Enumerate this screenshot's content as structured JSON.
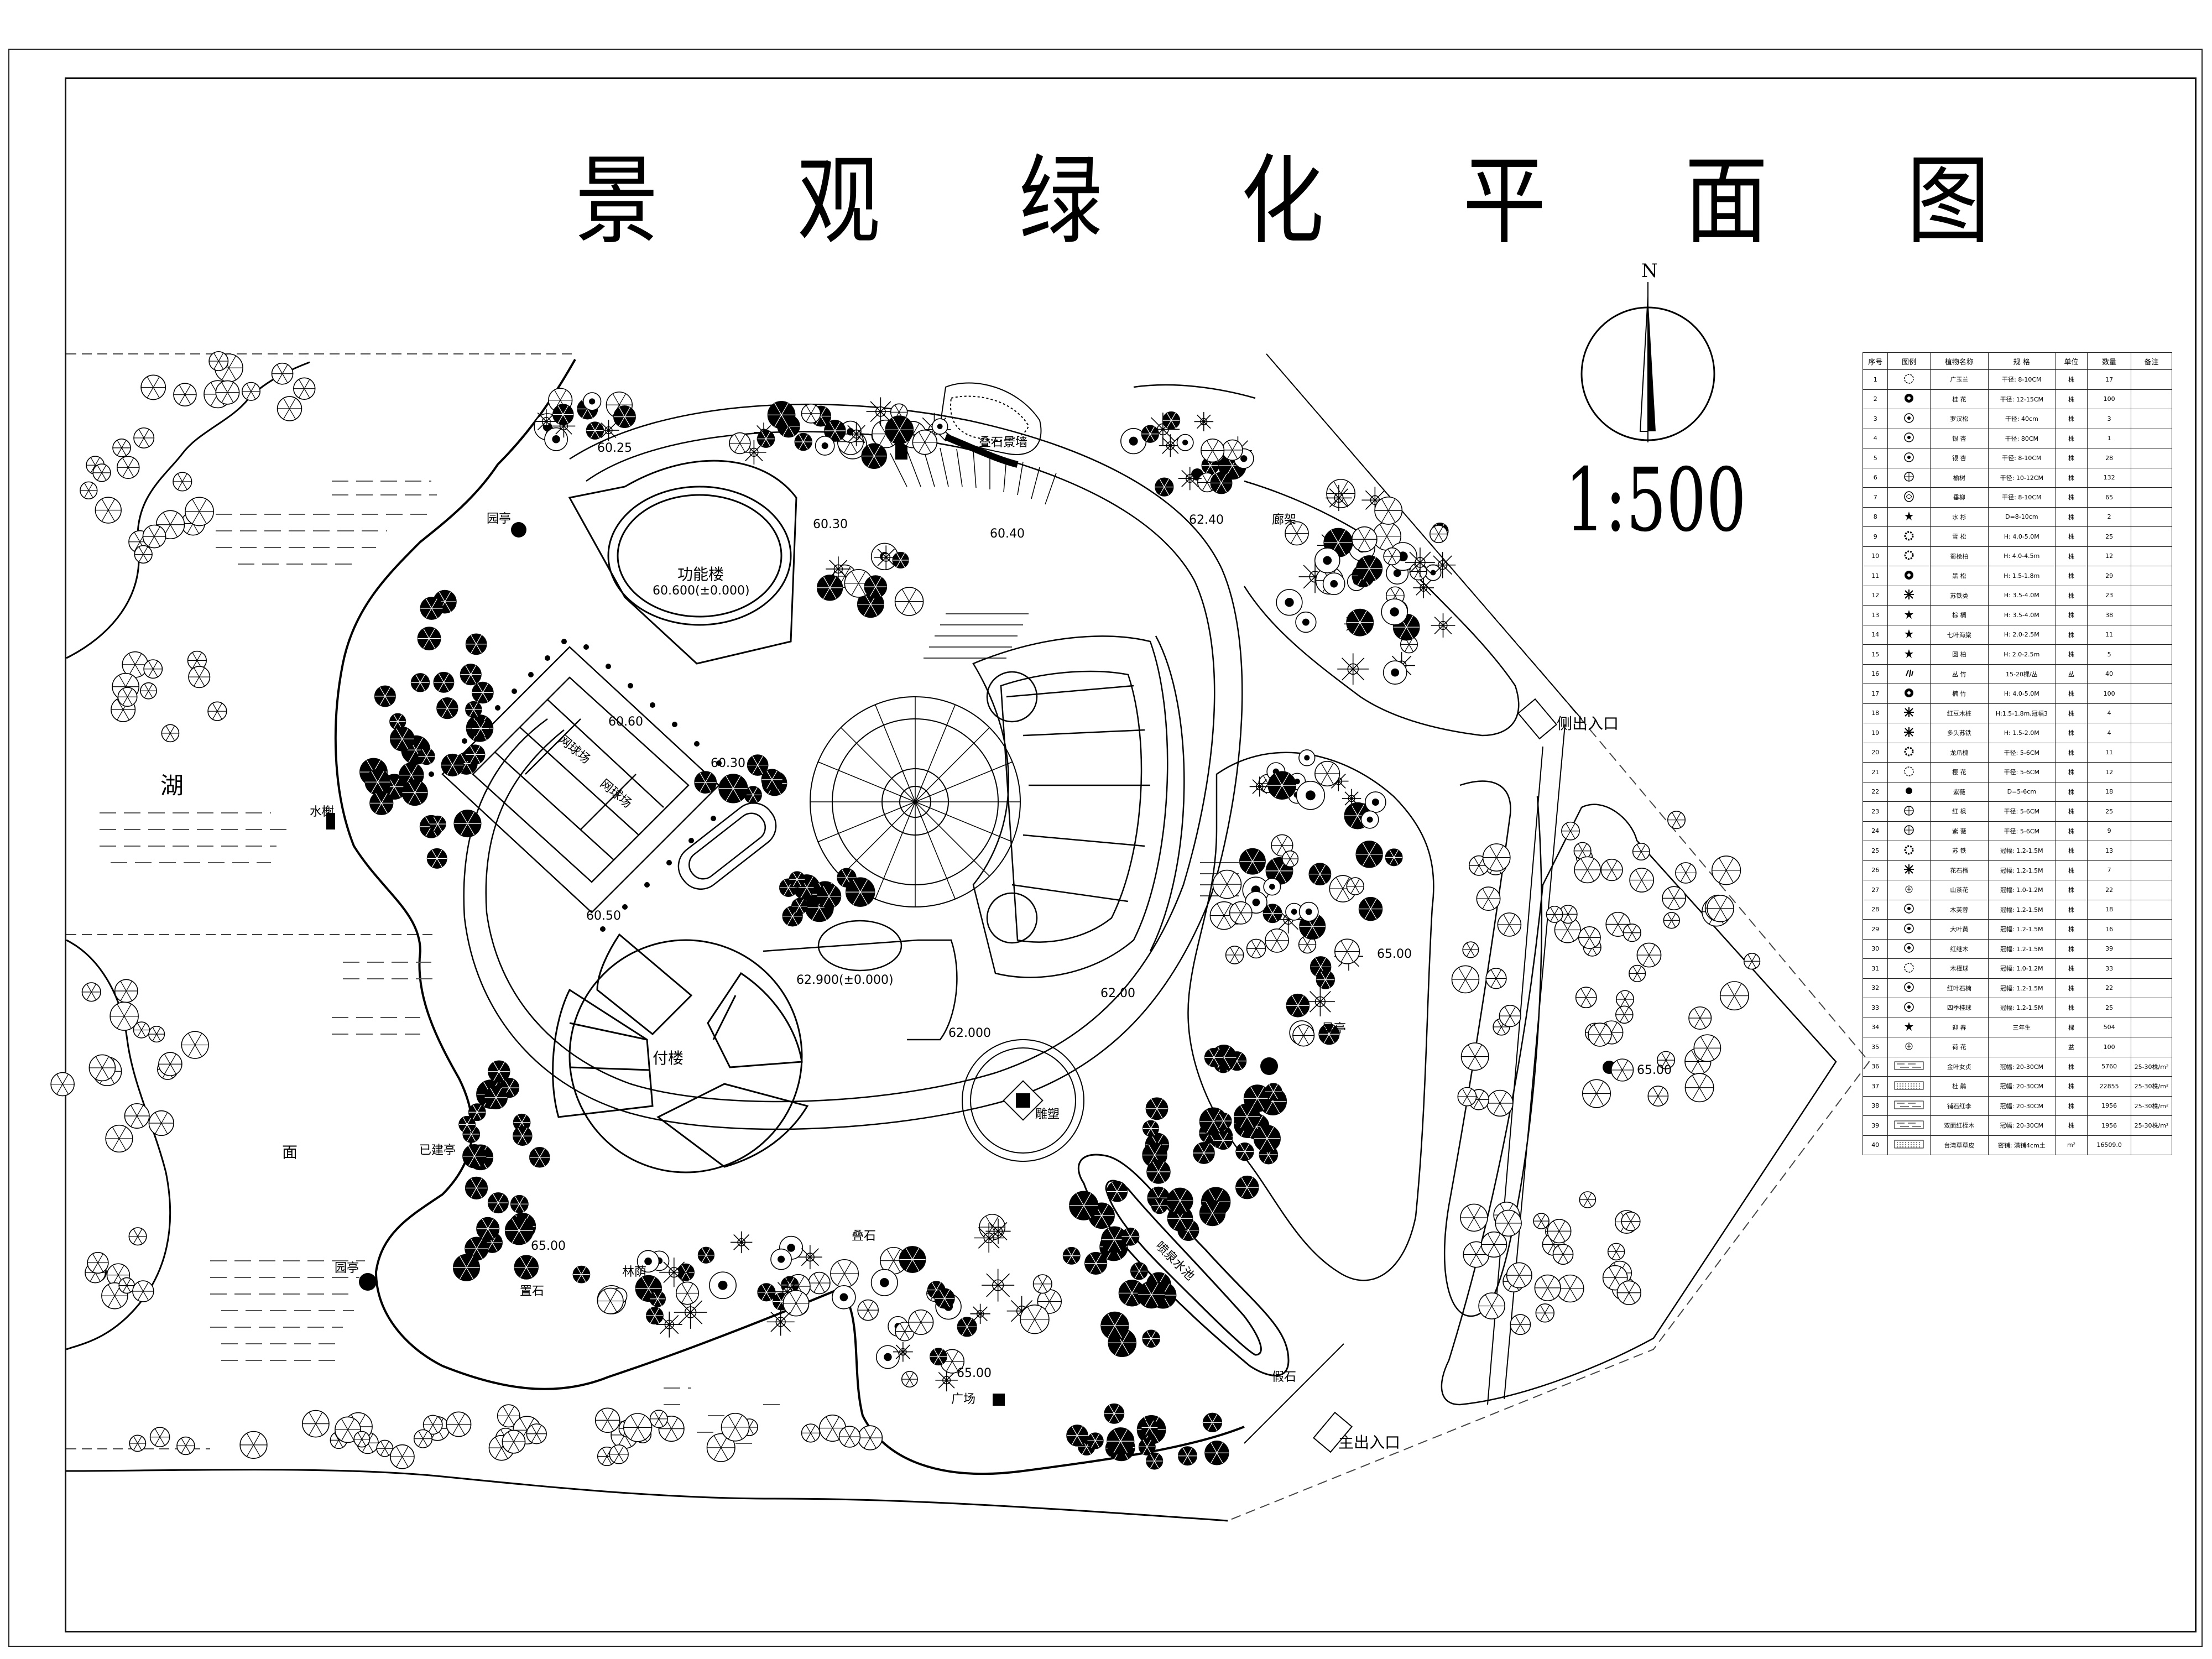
{
  "title": "景 观 绿 化 平 面 图",
  "scale": "1:500",
  "north": "N",
  "labels": {
    "function_building": "功能楼",
    "function_building_elev": "60.600(±0.000)",
    "annex_building": "付楼",
    "annex_building_elev": "62.900(±0.000)",
    "lake": "湖",
    "lake2": "面",
    "side_entrance": "侧出入口",
    "main_entrance": "主出入口",
    "tennis1": "网球场",
    "tennis2": "网球场",
    "pavilion_left_top": "园亭",
    "pavilion_left_bottom": "园亭",
    "water_pavilion": "水榭",
    "existing_pavilion": "已建亭",
    "fountain_pool": "喷泉水池",
    "rockery": "假石",
    "rock_left": "置石",
    "rock_mid": "叠石",
    "rock_top": "叠石景墙",
    "sculpture": "雕塑",
    "garden_path": "林荫",
    "plaza": "广场",
    "plaza2": "景亭",
    "pergola": "廊架"
  },
  "elevations": [
    "60.25",
    "60.30",
    "60.40",
    "62.40",
    "60.60",
    "60.30",
    "60.50",
    "62.00",
    "62.000",
    "65.00",
    "65.00",
    "65.00",
    "65.00"
  ],
  "legend": {
    "headers": [
      "序号",
      "图例",
      "植物名称",
      "规 格",
      "单位",
      "数量",
      "备注"
    ],
    "rows": [
      {
        "no": "1",
        "symbol": "circle-dash",
        "name": "广玉兰",
        "spec": "干径: 8-10CM",
        "unit": "株",
        "qty": "17",
        "note": ""
      },
      {
        "no": "2",
        "symbol": "flower-dark",
        "name": "桂 花",
        "spec": "干径: 12-15CM",
        "unit": "株",
        "qty": "100",
        "note": ""
      },
      {
        "no": "3",
        "symbol": "ring-dot",
        "name": "罗汉松",
        "spec": "干径: 40cm",
        "unit": "株",
        "qty": "3",
        "note": ""
      },
      {
        "no": "4",
        "symbol": "ring-dot",
        "name": "银 杏",
        "spec": "干径: 80CM",
        "unit": "株",
        "qty": "1",
        "note": ""
      },
      {
        "no": "5",
        "symbol": "ring-dot",
        "name": "银 杏",
        "spec": "干径: 8-10CM",
        "unit": "株",
        "qty": "28",
        "note": ""
      },
      {
        "no": "6",
        "symbol": "spiral",
        "name": "榆树",
        "spec": "干径: 10-12CM",
        "unit": "株",
        "qty": "132",
        "note": ""
      },
      {
        "no": "7",
        "symbol": "leaf",
        "name": "垂柳",
        "spec": "干径: 8-10CM",
        "unit": "株",
        "qty": "65",
        "note": ""
      },
      {
        "no": "8",
        "symbol": "star-small",
        "name": "水 杉",
        "spec": "D=8-10cm",
        "unit": "株",
        "qty": "2",
        "note": ""
      },
      {
        "no": "9",
        "symbol": "gear",
        "name": "雪 松",
        "spec": "H: 4.0-5.0M",
        "unit": "株",
        "qty": "25",
        "note": ""
      },
      {
        "no": "10",
        "symbol": "gear",
        "name": "蜀桧柏",
        "spec": "H: 4.0-4.5m",
        "unit": "株",
        "qty": "12",
        "note": ""
      },
      {
        "no": "11",
        "symbol": "flower-dark",
        "name": "黑 松",
        "spec": "H: 1.5-1.8m",
        "unit": "株",
        "qty": "29",
        "note": ""
      },
      {
        "no": "12",
        "symbol": "spoke",
        "name": "苏铁类",
        "spec": "H: 3.5-4.0M",
        "unit": "株",
        "qty": "23",
        "note": ""
      },
      {
        "no": "13",
        "symbol": "star-small",
        "name": "棕 榈",
        "spec": "H: 3.5-4.0M",
        "unit": "株",
        "qty": "38",
        "note": ""
      },
      {
        "no": "14",
        "symbol": "star-small",
        "name": "七叶海棠",
        "spec": "H: 2.0-2.5M",
        "unit": "株",
        "qty": "11",
        "note": ""
      },
      {
        "no": "15",
        "symbol": "star-small",
        "name": "圆 柏",
        "spec": "H: 2.0-2.5m",
        "unit": "株",
        "qty": "5",
        "note": ""
      },
      {
        "no": "16",
        "symbol": "bamboo",
        "name": "丛 竹",
        "spec": "15-20棵/丛",
        "unit": "丛",
        "qty": "40",
        "note": ""
      },
      {
        "no": "17",
        "symbol": "flower-dark",
        "name": "楠 竹",
        "spec": "H: 4.0-5.0M",
        "unit": "株",
        "qty": "100",
        "note": ""
      },
      {
        "no": "18",
        "symbol": "spoke",
        "name": "红豆木桩",
        "spec": "H:1.5-1.8m,冠幅3",
        "unit": "株",
        "qty": "4",
        "note": ""
      },
      {
        "no": "19",
        "symbol": "spoke",
        "name": "多头苏铁",
        "spec": "H: 1.5-2.0M",
        "unit": "株",
        "qty": "4",
        "note": ""
      },
      {
        "no": "20",
        "symbol": "gear",
        "name": "龙爪槐",
        "spec": "干径: 5-6CM",
        "unit": "株",
        "qty": "11",
        "note": ""
      },
      {
        "no": "21",
        "symbol": "circle-dash",
        "name": "樱 花",
        "spec": "干径: 5-6CM",
        "unit": "株",
        "qty": "12",
        "note": ""
      },
      {
        "no": "22",
        "symbol": "dot",
        "name": "紫薇",
        "spec": "D=5-6cm",
        "unit": "株",
        "qty": "18",
        "note": ""
      },
      {
        "no": "23",
        "symbol": "spiral",
        "name": "红 枫",
        "spec": "干径: 5-6CM",
        "unit": "株",
        "qty": "25",
        "note": ""
      },
      {
        "no": "24",
        "symbol": "spiral",
        "name": "紫 薇",
        "spec": "干径: 5-6CM",
        "unit": "株",
        "qty": "9",
        "note": ""
      },
      {
        "no": "25",
        "symbol": "gear",
        "name": "苏 铁",
        "spec": "冠幅: 1.2-1.5M",
        "unit": "株",
        "qty": "13",
        "note": ""
      },
      {
        "no": "26",
        "symbol": "spoke",
        "name": "花石榴",
        "spec": "冠幅: 1.2-1.5M",
        "unit": "株",
        "qty": "7",
        "note": ""
      },
      {
        "no": "27",
        "symbol": "cross",
        "name": "山茶花",
        "spec": "冠幅: 1.0-1.2M",
        "unit": "株",
        "qty": "22",
        "note": ""
      },
      {
        "no": "28",
        "symbol": "ring-dot",
        "name": "木芙蓉",
        "spec": "冠幅: 1.2-1.5M",
        "unit": "株",
        "qty": "18",
        "note": ""
      },
      {
        "no": "29",
        "symbol": "ring-dot",
        "name": "大叶黄",
        "spec": "冠幅: 1.2-1.5M",
        "unit": "株",
        "qty": "16",
        "note": ""
      },
      {
        "no": "30",
        "symbol": "ring-dot",
        "name": "红继木",
        "spec": "冠幅: 1.2-1.5M",
        "unit": "株",
        "qty": "39",
        "note": ""
      },
      {
        "no": "31",
        "symbol": "circle-dash",
        "name": "木槿球",
        "spec": "冠幅: 1.0-1.2M",
        "unit": "株",
        "qty": "33",
        "note": ""
      },
      {
        "no": "32",
        "symbol": "ring-dot",
        "name": "红叶石楠",
        "spec": "冠幅: 1.2-1.5M",
        "unit": "株",
        "qty": "22",
        "note": ""
      },
      {
        "no": "33",
        "symbol": "ring-dot",
        "name": "四季桂球",
        "spec": "冠幅: 1.2-1.5M",
        "unit": "株",
        "qty": "25",
        "note": ""
      },
      {
        "no": "34",
        "symbol": "star-small",
        "name": "迎 春",
        "spec": "三年生",
        "unit": "棵",
        "qty": "504",
        "note": ""
      },
      {
        "no": "35",
        "symbol": "cross",
        "name": "荷 花",
        "spec": "",
        "unit": "盆",
        "qty": "100",
        "note": ""
      },
      {
        "no": "36",
        "symbol": "hatch-lines",
        "name": "金叶女贞",
        "spec": "冠幅: 20-30CM",
        "unit": "株",
        "qty": "5760",
        "note": "25-30株/m²"
      },
      {
        "no": "37",
        "symbol": "hatch-dots",
        "name": "杜 鹃",
        "spec": "冠幅: 20-30CM",
        "unit": "株",
        "qty": "22855",
        "note": "25-30株/m²"
      },
      {
        "no": "38",
        "symbol": "hatch-lines",
        "name": "铺石红李",
        "spec": "冠幅: 20-30CM",
        "unit": "株",
        "qty": "1956",
        "note": "25-30株/m²"
      },
      {
        "no": "39",
        "symbol": "hatch-lines",
        "name": "双面红桎木",
        "spec": "冠幅: 20-30CM",
        "unit": "株",
        "qty": "1956",
        "note": "25-30株/m²"
      },
      {
        "no": "40",
        "symbol": "hatch-dots",
        "name": "台湾草草皮",
        "spec": "密铺: 满铺4cm土",
        "unit": "m²",
        "qty": "16509.0",
        "note": ""
      }
    ]
  }
}
